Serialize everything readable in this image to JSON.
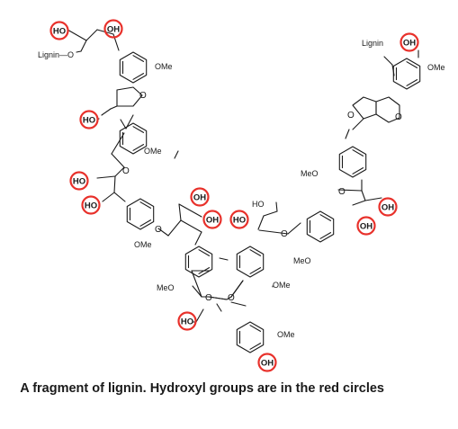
{
  "caption": "A fragment of lignin. Hydroxyl groups are in the red circles",
  "labels": {
    "lignin": "Lignin",
    "lignin_ether": "Lignin—O",
    "ome": "OMe",
    "meo": "MeO",
    "o": "O",
    "hydroxyl": "HO",
    "ho_plain": "HO",
    "oh": "OH"
  },
  "colors": {
    "circle": "#e8312b",
    "ink": "#1a1a1a",
    "background": "#ffffff"
  }
}
